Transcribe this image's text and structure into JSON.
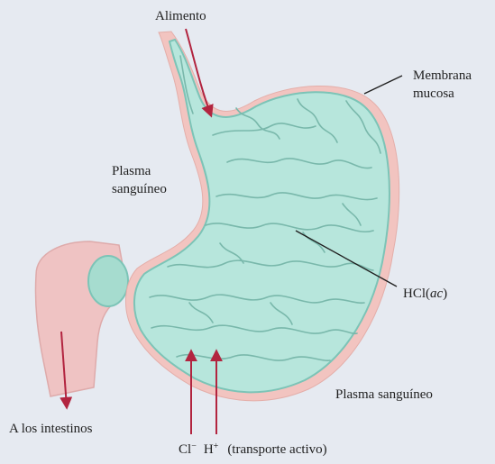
{
  "labels": {
    "food": "Alimento",
    "mucosa_line1": "Membrana",
    "mucosa_line2": "mucosa",
    "plasma_top_line1": "Plasma",
    "plasma_top_line2": "sanguíneo",
    "hcl_main": "HCl(",
    "hcl_state": "ac",
    "hcl_close": ")",
    "plasma_bottom": "Plasma sanguíneo",
    "intestines": "A los intestinos",
    "chloride": "Cl",
    "chloride_charge": "−",
    "proton": "H",
    "proton_charge": "+",
    "transport": "(transporte activo)"
  },
  "colors": {
    "background": "#e6eaf1",
    "stomach_fill": "#b7e6dc",
    "stomach_outline": "#7cc4b7",
    "mucosa_rim": "#f2c4c0",
    "fold_lines": "#79b8ab",
    "intestine": "#efc3c3",
    "arrow": "#b2243f"
  }
}
